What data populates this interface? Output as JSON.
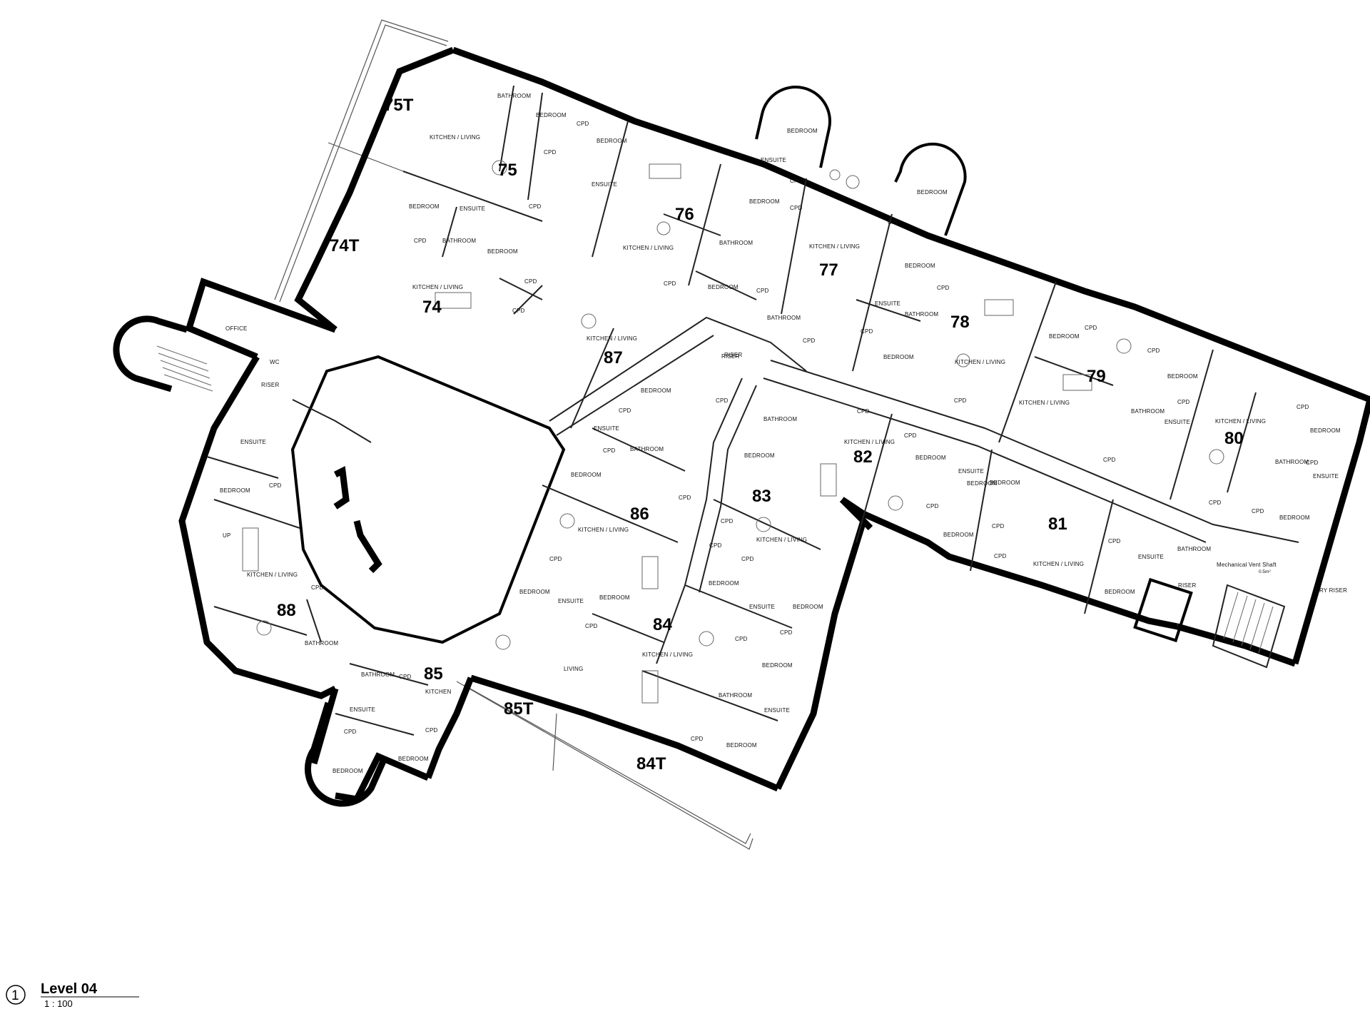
{
  "drawing": {
    "view_number": "1",
    "view_title": "Level 04",
    "scale": "1 : 100"
  },
  "units": [
    {
      "id": "u74",
      "label": "74"
    },
    {
      "id": "u74t",
      "label": "74T"
    },
    {
      "id": "u75",
      "label": "75"
    },
    {
      "id": "u75t",
      "label": "75T"
    },
    {
      "id": "u76",
      "label": "76"
    },
    {
      "id": "u77",
      "label": "77"
    },
    {
      "id": "u78",
      "label": "78"
    },
    {
      "id": "u79",
      "label": "79"
    },
    {
      "id": "u80",
      "label": "80"
    },
    {
      "id": "u81",
      "label": "81"
    },
    {
      "id": "u82",
      "label": "82"
    },
    {
      "id": "u83",
      "label": "83"
    },
    {
      "id": "u84",
      "label": "84"
    },
    {
      "id": "u84t",
      "label": "84T"
    },
    {
      "id": "u85",
      "label": "85"
    },
    {
      "id": "u85t",
      "label": "85T"
    },
    {
      "id": "u86",
      "label": "86"
    },
    {
      "id": "u87",
      "label": "87"
    },
    {
      "id": "u88",
      "label": "88"
    }
  ],
  "rooms": {
    "bathroom": "BATHROOM",
    "bedroom": "BEDROOM",
    "cpd": "CPD",
    "ensuite": "ENSUITE",
    "kitchen_living": "KITCHEN / LIVING",
    "kitchen": "KITCHEN",
    "living": "LIVING",
    "office": "OFFICE",
    "wc": "WC",
    "riser": "RISER",
    "dry_riser": "DRY RISER",
    "up": "UP",
    "vent_shaft": "Mechanical Vent Shaft",
    "vent_shaft_area": "0.5m²"
  }
}
